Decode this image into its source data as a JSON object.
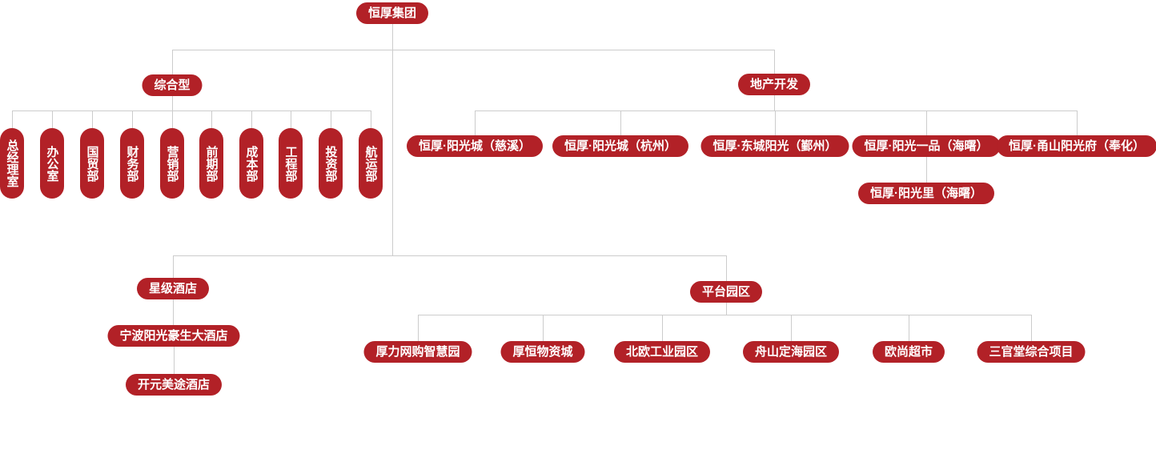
{
  "colors": {
    "accent": "#b22127",
    "line": "#cccccc",
    "text": "#ffffff",
    "background": "#ffffff"
  },
  "org": {
    "root": "恒厚集团",
    "comprehensive": {
      "label": "综合型",
      "departments": [
        "总经理室",
        "办公室",
        "国贸部",
        "财务部",
        "营销部",
        "前期部",
        "成本部",
        "工程部",
        "投资部",
        "航运部"
      ]
    },
    "real_estate": {
      "label": "地产开发",
      "projects": [
        "恒厚·阳光城（慈溪）",
        "恒厚·阳光城（杭州）",
        "恒厚·东城阳光（鄞州）",
        "恒厚·阳光一品（海曙）",
        "恒厚·甬山阳光府（奉化）"
      ],
      "sub_projects": [
        "恒厚·阳光里（海曙）"
      ]
    },
    "hotels": {
      "label": "星级酒店",
      "items": [
        "宁波阳光豪生大酒店",
        "开元美途酒店"
      ]
    },
    "platform_parks": {
      "label": "平台园区",
      "items": [
        "厚力网购智慧园",
        "厚恒物资城",
        "北欧工业园区",
        "舟山定海园区",
        "欧尚超市",
        "三官堂综合项目"
      ]
    }
  }
}
